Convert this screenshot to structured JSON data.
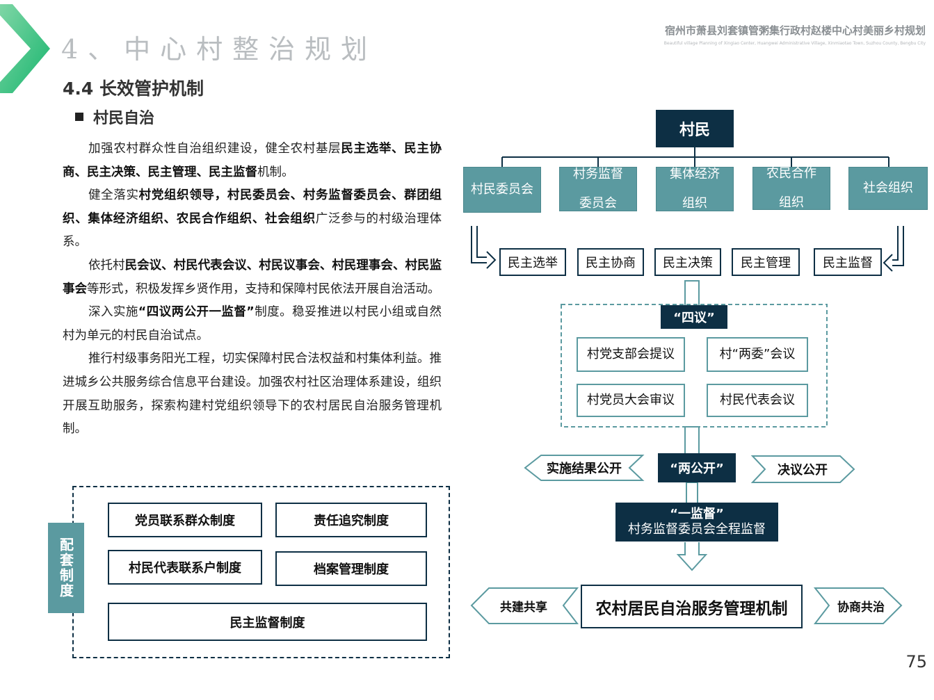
{
  "header": {
    "section_title": "4、中心村整治规划",
    "project_title_cn": "宿州市萧县刘套镇管粥集行政村赵楼中心村美丽乡村规划",
    "project_title_en": "Beautiful village Planning of Xingiao Center, Huangwei Administrative Village, Xinmiaotao Town, Suzhou County, Bengbu City"
  },
  "subsection_title": "4.4 长效管护机制",
  "bullet_heading": "村民自治",
  "paragraphs": [
    [
      {
        "t": "加强农村群众性自治组织建设，健全农村基层"
      },
      {
        "t": "民主选举、民主协商、民主决策、民主管理、民主监督",
        "b": true
      },
      {
        "t": "机制。"
      }
    ],
    [
      {
        "t": "健全落实"
      },
      {
        "t": "村党组织领导，村民委员会、村务监督委员会、群团组织、集体经济组织、农民合作组织、社会组织",
        "b": true
      },
      {
        "t": "广泛参与的村级治理体系。"
      }
    ],
    [
      {
        "t": "依托村"
      },
      {
        "t": "民会议、村民代表会议、村民议事会、村民理事会、村民监事会",
        "b": true
      },
      {
        "t": "等形式，积极发挥乡贤作用，支持和保障村民依法开展自治活动。"
      }
    ],
    [
      {
        "t": "深入实施"
      },
      {
        "t": "“四议两公开一监督”",
        "b": true
      },
      {
        "t": "制度。稳妥推进以村民小组或自然村为单元的村民自治试点。"
      }
    ],
    [
      {
        "t": "推行村级事务阳光工程，切实保障村民合法权益和村集体利益。推进城乡公共服务综合信息平台建设。加强农村社区治理体系建设，组织开展互助服务，探索构建村党组织领导下的农村居民自治服务管理机制。"
      }
    ]
  ],
  "support_systems": {
    "label": "配套制度",
    "items": [
      "党员联系群众制度",
      "责任追究制度",
      "村民代表联系户制度",
      "档案管理制度",
      "民主监督制度"
    ]
  },
  "flowchart": {
    "top": "村民",
    "organizations": [
      [
        "村民委员会"
      ],
      [
        "村务监督",
        "委员会"
      ],
      [
        "集体经济",
        "组织"
      ],
      [
        "农民合作",
        "组织"
      ],
      [
        "社会组织"
      ]
    ],
    "democratic_items": [
      "民主选举",
      "民主协商",
      "民主决策",
      "民主管理",
      "民主监督"
    ],
    "four_deliberations": {
      "title": "“四议”",
      "items": [
        "村党支部会提议",
        "村“两委”会议",
        "村党员大会审议",
        "村民代表会议"
      ]
    },
    "two_publics": {
      "title": "“两公开”",
      "left": "实施结果公开",
      "right": "决议公开"
    },
    "one_supervision": {
      "title": "“一监督”",
      "subtitle": "村务监督委员会全程监督"
    },
    "result": {
      "title": "农村居民自治服务管理机制",
      "left": "共建共享",
      "right": "协商共治"
    }
  },
  "colors": {
    "navy": "#0d2f44",
    "teal": "#5b9aa0",
    "logo_green": "#22c07a"
  },
  "page_number": "75"
}
